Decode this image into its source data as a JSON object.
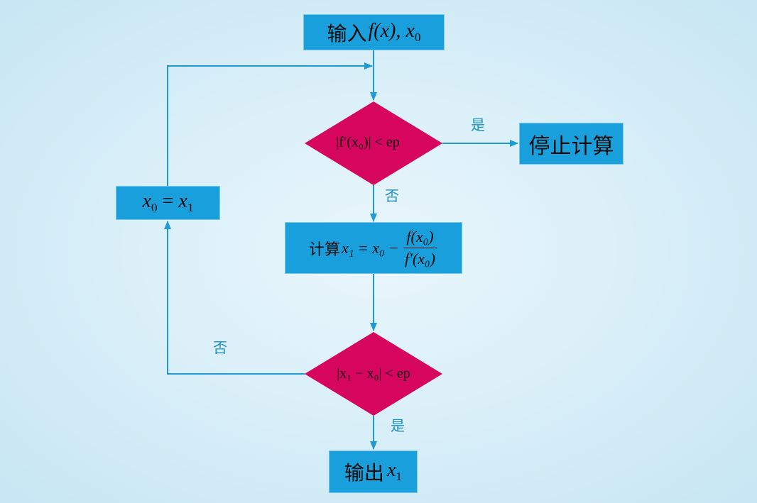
{
  "nodes": {
    "input": {
      "cjk": "输入",
      "expr": "f(x), x",
      "sub": "0"
    },
    "decision1": {
      "text": "|f′(x₀)| < ep"
    },
    "stop": {
      "text": "停止计算"
    },
    "assign": {
      "lhs": "x",
      "lhs_sub": "0",
      "op": " = ",
      "rhs": "x",
      "rhs_sub": "1"
    },
    "compute": {
      "cjk": "计算",
      "lhs": "x₁ = x₀ − ",
      "num": "f(x₀)",
      "den": "f′(x₀)"
    },
    "decision2": {
      "text": "|x₁ − x₀| < ep"
    },
    "output": {
      "cjk": "输出",
      "var": "x",
      "sub": "1"
    }
  },
  "edges": {
    "yes1": "是",
    "no1": "否",
    "no2": "否",
    "yes2": "是"
  },
  "colors": {
    "box": "#1a9fdd",
    "diamond": "#d6065f",
    "line": "#1f9ad6",
    "label": "#1a8fc8"
  }
}
